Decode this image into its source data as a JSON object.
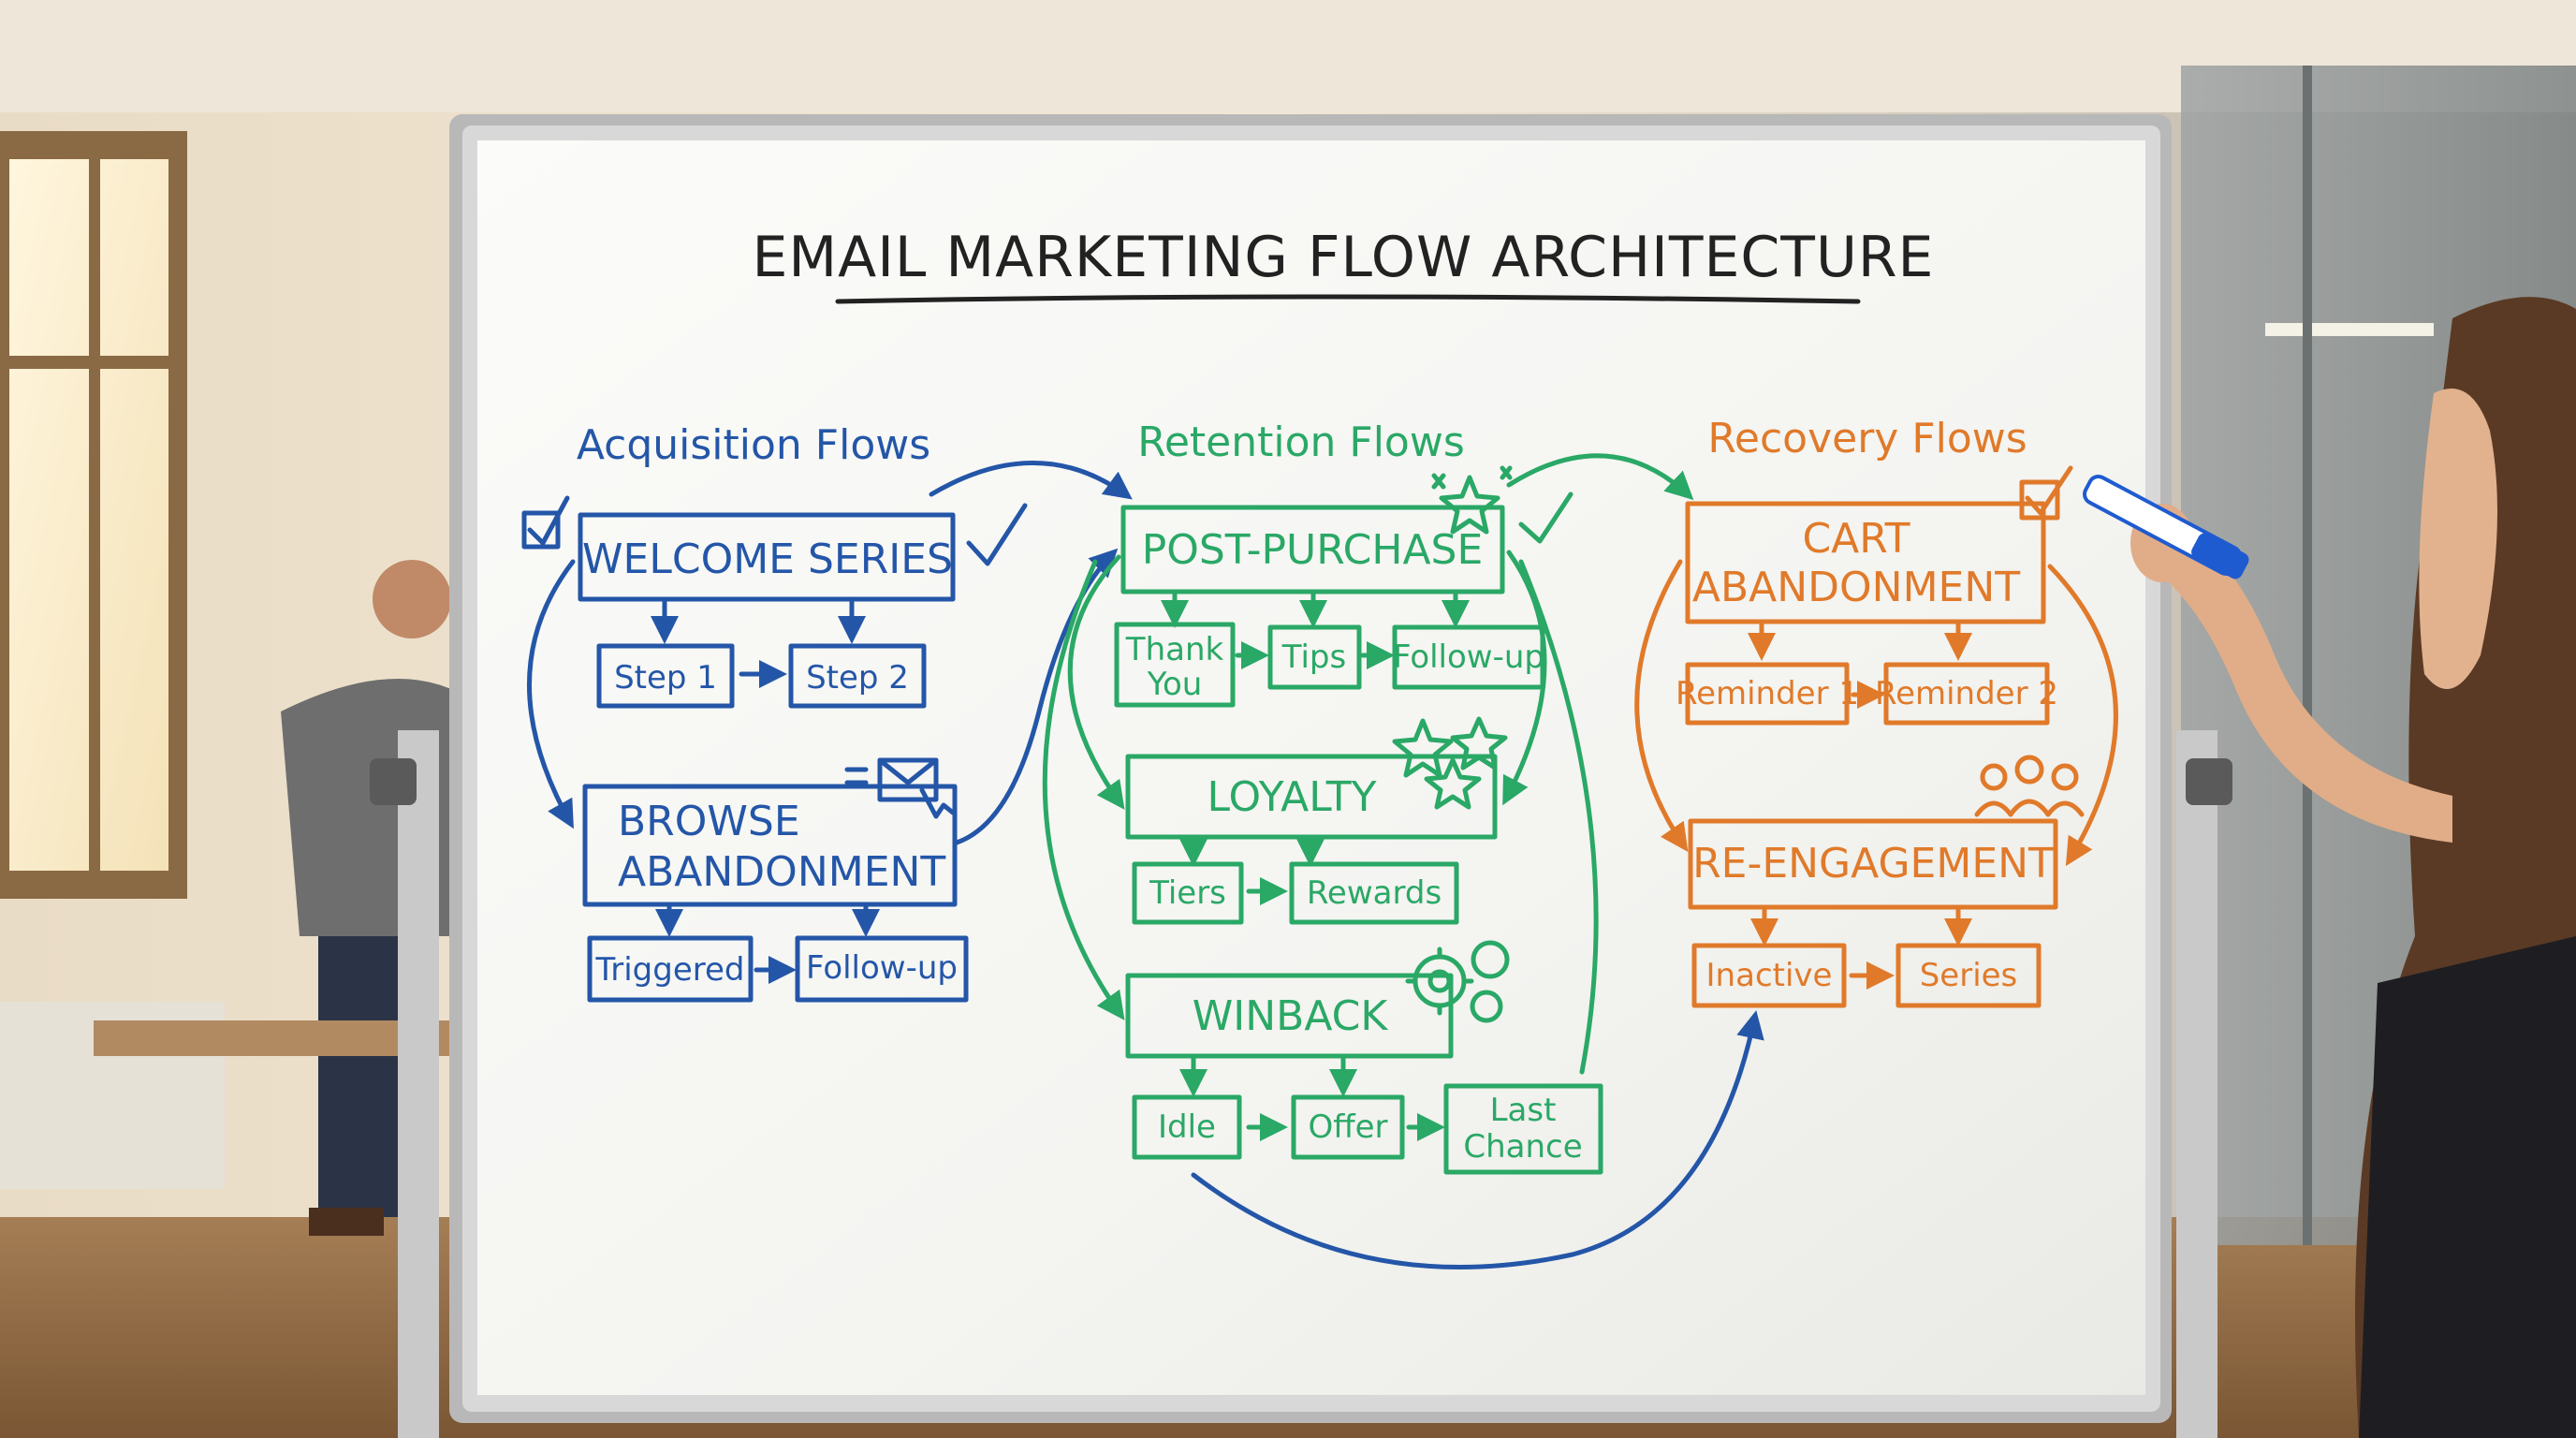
{
  "title": "EMAIL MARKETING FLOW ARCHITECTURE",
  "colors": {
    "acquisition": "#2456a8",
    "retention": "#2aa866",
    "recovery": "#e07a2a",
    "title": "#222222",
    "marker_body": "#ffffff",
    "marker_cap": "#1f5bd0"
  },
  "icons": [
    "checkbox-icon",
    "checkmark-icon",
    "email-envelope-icon",
    "stars-icon",
    "gears-icon",
    "people-icon",
    "marker-icon"
  ],
  "columns": {
    "acquisition": {
      "header": "Acquisition Flows",
      "welcome": {
        "label": "WELCOME SERIES",
        "steps": [
          "Step 1",
          "Step 2"
        ]
      },
      "browse": {
        "label_line1": "BROWSE",
        "label_line2": "ABANDONMENT",
        "steps": [
          "Triggered",
          "Follow-up"
        ]
      }
    },
    "retention": {
      "header": "Retention Flows",
      "post_purchase": {
        "label": "POST-PURCHASE",
        "step1_line1": "Thank",
        "step1_line2": "You",
        "steps": [
          "Tips",
          "Follow-up"
        ]
      },
      "loyalty": {
        "label": "LOYALTY",
        "steps": [
          "Tiers",
          "Rewards"
        ]
      },
      "winback": {
        "label": "WINBACK",
        "steps": [
          "Idle",
          "Offer"
        ],
        "step3_line1": "Last",
        "step3_line2": "Chance"
      }
    },
    "recovery": {
      "header": "Recovery Flows",
      "cart": {
        "label_line1": "CART",
        "label_line2": "ABANDONMENT",
        "steps": [
          "Reminder 1",
          "Reminder 2"
        ]
      },
      "reengagement": {
        "label": "RE-ENGAGEMENT",
        "steps": [
          "Inactive",
          "Series"
        ]
      }
    }
  }
}
